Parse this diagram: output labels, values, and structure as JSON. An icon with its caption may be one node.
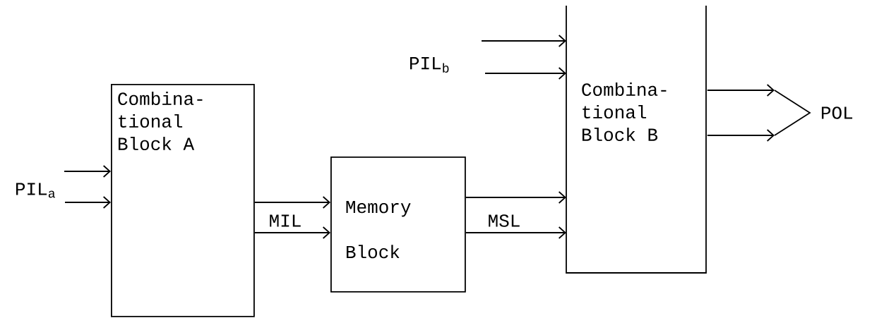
{
  "diagram": {
    "nodes": [
      {
        "text": [
          "Combina- tional Block A"
        ]
      },
      {
        "text": [
          "Memory Block"
        ]
      },
      {
        "text": [
          "Combina- tional Block B"
        ]
      },
      {
        "text": [
          "PIL$_{a}$"
        ]
      },
      {
        "text": [
          "PIL$_{b}$"
        ]
      },
      {
        "text": [
          "POL"
        ]
      }
    ],
    "edges": [
      {
        "from": 3,
        "to": 0,
        "arrow": "to"
      },
      {
        "from": 3,
        "to": 0,
        "arrow": "to"
      },
      {
        "from": 0,
        "to": 1,
        "arrow": "to",
        "label": "MIL"
      },
      {
        "from": 0,
        "to": 1,
        "arrow": "to"
      },
      {
        "from": 4,
        "to": 2,
        "arrow": "to"
      },
      {
        "from": 4,
        "to": 2,
        "arrow": "to"
      },
      {
        "from": 1,
        "to": 2,
        "arrow": "to",
        "label": "MSL"
      },
      {
        "from": 1,
        "to": 2,
        "arrow": "to"
      },
      {
        "from": 2,
        "to": 5,
        "arrow": "to"
      },
      {
        "from": 2,
        "to": 5,
        "arrow": "to"
      }
    ]
  }
}
